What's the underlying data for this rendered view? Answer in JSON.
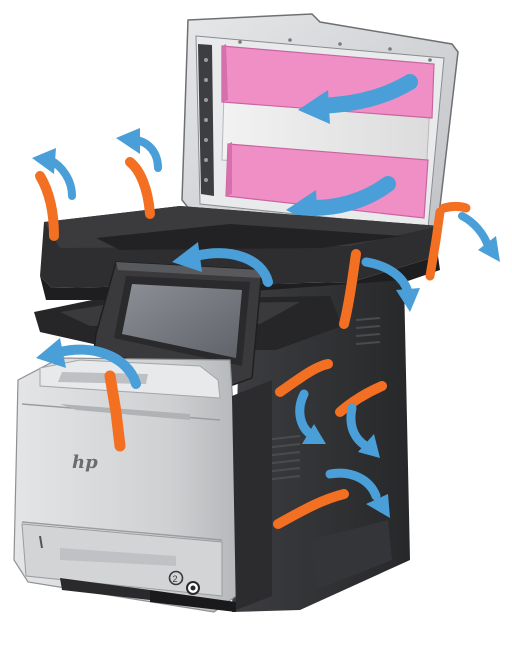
{
  "illustration": {
    "subject": "printer-removing-packing-materials",
    "colors": {
      "tape": "#f36f21",
      "arrow": "#4a9fd8",
      "protective_sheet": "#f08fc6",
      "scanner_body": "#2e2e30",
      "housing": "#c8c9cb",
      "bezel": "#3a3a3c",
      "screen": "#7b7f85",
      "front_panel": "#d9dadc"
    },
    "logo": "hp",
    "tray_number": "2"
  }
}
